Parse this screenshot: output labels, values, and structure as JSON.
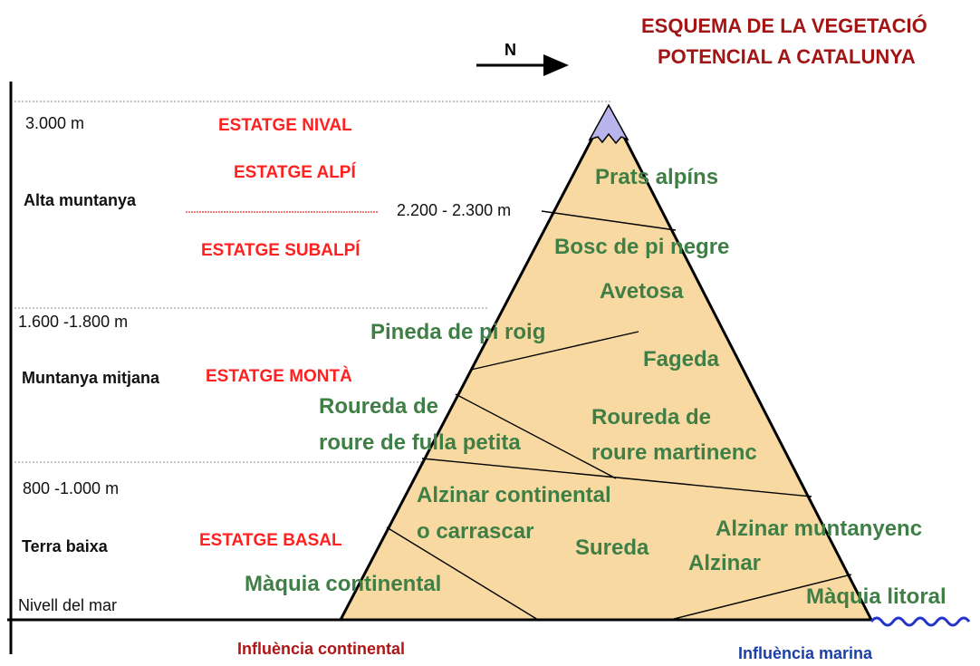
{
  "title": {
    "line1": "ESQUEMA DE LA VEGETACIÓ",
    "line2": "POTENCIAL A CATALUNYA"
  },
  "compass": {
    "label": "N"
  },
  "altitudes": {
    "a3000": "3.000 m",
    "a2200": "2.200 - 2.300 m",
    "a1600": "1.600 -1.800 m",
    "a800": "800 -1.000 m",
    "sea": "Nivell del mar"
  },
  "zones": {
    "alta": "Alta muntanya",
    "mitjana": "Muntanya mitjana",
    "baixa": "Terra baixa"
  },
  "estatges": {
    "nival": "ESTATGE NIVAL",
    "alpi": "ESTATGE ALPÍ",
    "subalpi": "ESTATGE SUBALPÍ",
    "monta": "ESTATGE MONTÀ",
    "basal": "ESTATGE BASAL"
  },
  "vegetation": {
    "prats": "Prats alpíns",
    "bosc": "Bosc de pi negre",
    "avetosa": "Avetosa",
    "pineda": "Pineda de pi roig",
    "fageda": "Fageda",
    "roureda_petita_1": "Roureda de",
    "roureda_petita_2": "roure de fulla petita",
    "roureda_mart_1": "Roureda de",
    "roureda_mart_2": "roure martinenc",
    "alzinar_cont_1": "Alzinar continental",
    "alzinar_cont_2": "o carrascar",
    "sureda": "Sureda",
    "alzinar_munt": "Alzinar muntanyenc",
    "alzinar": "Alzinar",
    "maquia_cont": "Màquia continental",
    "maquia_lit": "Màquia litoral"
  },
  "influences": {
    "continental": "Influència continental",
    "marina": "Influència marina"
  },
  "colors": {
    "mountain_fill": "#f8d9a2",
    "vegetation_text": "#3f7f46",
    "estatge_text": "#ff2020",
    "title_text": "#a31515",
    "snow": "#b9b4ec",
    "sea_wave": "#2233cc"
  }
}
